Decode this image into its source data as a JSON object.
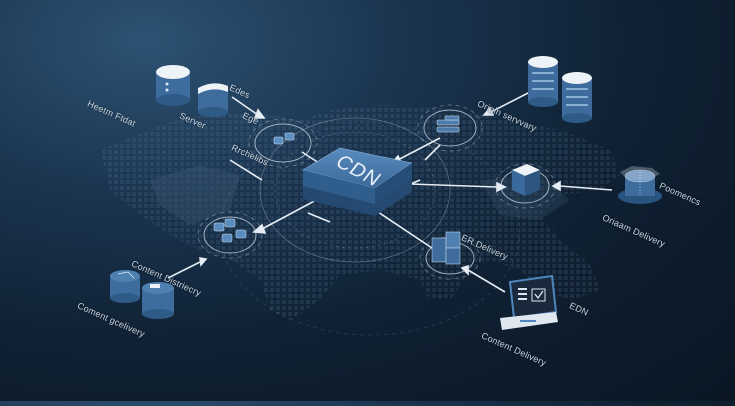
{
  "diagram": {
    "title": "CDN",
    "type": "isometric network diagram",
    "colors": {
      "background_top": "#2d5273",
      "background_bottom": "#0a1624",
      "node_blue": "#3d6fa3",
      "node_light": "#e8eef5",
      "cdn_hub": "#4a7db3",
      "connector": "#e6edf5",
      "label": "#c9d6e3"
    },
    "hub": {
      "label": "CDN"
    },
    "labels": {
      "hetem_ftdat": "Heetm Ftdat",
      "server": "Server",
      "edes": "Edes",
      "ege": "Ege",
      "rrchelibs": "Rrchelibs",
      "origin_servers": "Origin servvary",
      "poomencs": "Poomencs",
      "oriaam_delivery": "Oriaam Delivery",
      "er_delivery": "ER Delivery",
      "edn": "EDN",
      "content_delivery": "Content Delivery",
      "content_distriecry": "Content Distriecry",
      "comment_gcelivery": "Coment gcelivery"
    },
    "nodes": [
      {
        "id": "origin-db-pair",
        "icon": "database-icon"
      },
      {
        "id": "edge-server-pair",
        "icon": "server-icon"
      },
      {
        "id": "edge-node-upper-left",
        "icon": "cube-node-icon"
      },
      {
        "id": "origin-rack-node",
        "icon": "rack-icon"
      },
      {
        "id": "regional-server-right",
        "icon": "server-block-icon"
      },
      {
        "id": "origin-delivery-device",
        "icon": "drum-server-icon"
      },
      {
        "id": "distribution-cluster",
        "icon": "cube-cluster-icon"
      },
      {
        "id": "content-storage-pair",
        "icon": "storage-icon"
      },
      {
        "id": "er-delivery-stack",
        "icon": "server-stack-icon"
      },
      {
        "id": "client-laptop",
        "icon": "laptop-icon"
      }
    ]
  }
}
